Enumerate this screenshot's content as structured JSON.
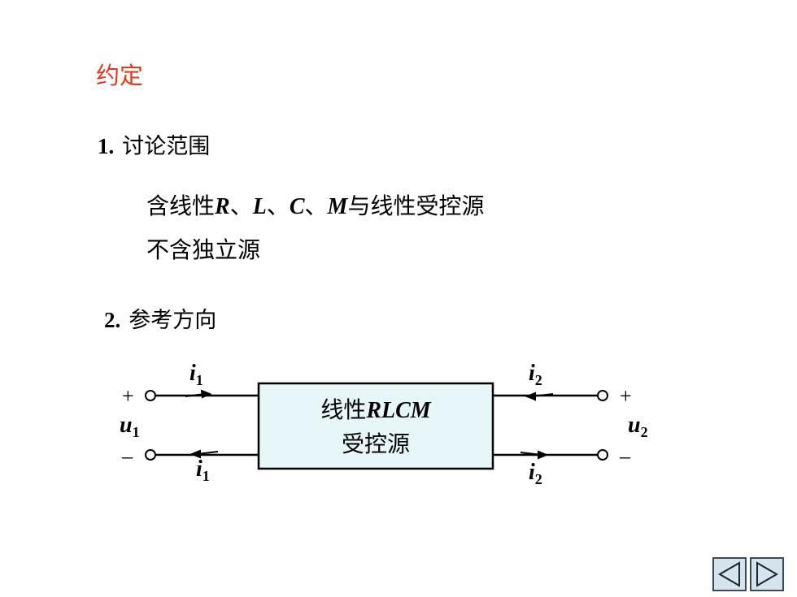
{
  "heading": "约定",
  "sections": [
    {
      "num": "1.",
      "title": "讨论范围",
      "line1": {
        "prefix": "含线性",
        "R": "R",
        "sep1": "、",
        "L": "L",
        "sep2": "、",
        "C": "C",
        "sep3": "、",
        "M": "M",
        "suffix": "与线性受控源"
      },
      "line2": "不含独立源"
    },
    {
      "num": "2.",
      "title": "参考方向"
    }
  ],
  "diagram": {
    "box_line1_prefix": "线性",
    "box_line1_italic": "RLCM",
    "box_line2": "受控源",
    "box_fill": "#e6f6f9",
    "left": {
      "plus": "+",
      "minus": "–",
      "u": "u",
      "u_sub": "1",
      "i_top": "i",
      "i_top_sub": "1",
      "i_bottom": "i",
      "i_bottom_sub": "1"
    },
    "right": {
      "plus": "+",
      "minus": "–",
      "u": "u",
      "u_sub": "2",
      "i_top": "i",
      "i_top_sub": "2",
      "i_bottom": "i",
      "i_bottom_sub": "2"
    }
  },
  "nav": {
    "prev_icon": "triangle-left-icon",
    "next_icon": "triangle-right-icon"
  }
}
